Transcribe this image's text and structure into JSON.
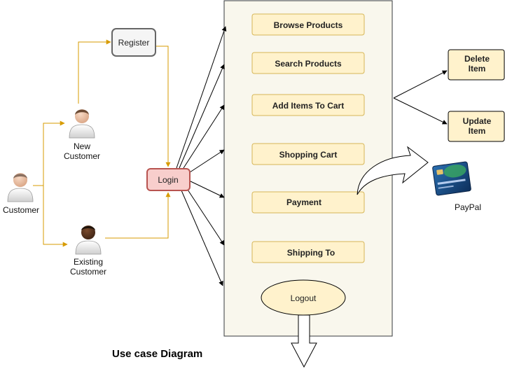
{
  "colors": {
    "use_case_fill": "#fff2cc",
    "use_case_stroke": "#d6b656",
    "system_fill": "#f9f7ed",
    "system_stroke": "#36393d",
    "login_fill": "#f8cecc",
    "login_stroke": "#b85450",
    "actor_connector": "#d79b00",
    "arrow": "#000000"
  },
  "actors": {
    "customer": "Customer",
    "new_customer": [
      "New",
      "Customer"
    ],
    "existing_customer": [
      "Existing",
      "Customer"
    ]
  },
  "nodes": {
    "register": "Register",
    "login": "Login"
  },
  "use_cases": {
    "browse_products": "Browse Products",
    "search_products": "Search Products",
    "add_items_to_cart": "Add Items To Cart",
    "shopping_cart": "Shopping Cart",
    "payment": "Payment",
    "shipping_to": "Shipping To",
    "logout": "Logout"
  },
  "cart_actions": {
    "delete_item": [
      "Delete",
      "Item"
    ],
    "update_item": [
      "Update",
      "Item"
    ]
  },
  "payment_provider": {
    "label": "PayPal",
    "icon": "credit-card-icon"
  },
  "icons": {
    "actor": "person-icon",
    "payment_arrow": "curved-arrow-icon",
    "exit_arrow": "down-arrow-icon"
  },
  "title": "Use case Diagram"
}
